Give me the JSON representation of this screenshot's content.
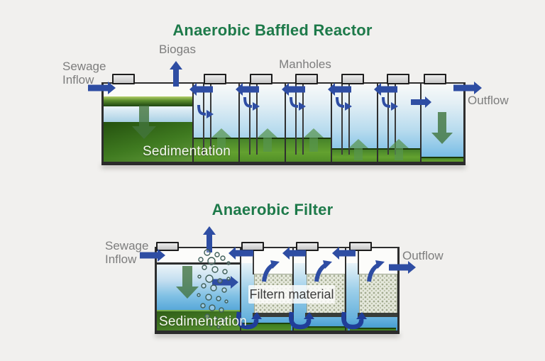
{
  "colors": {
    "background": "#f1f0ee",
    "title_green": "#1e7a4a",
    "label_gray": "#7d7d7d",
    "arrow_blue": "#2e4da3",
    "arrow_navy": "#203e99",
    "sludge_green": "#4f8d26",
    "water_blue": "#68b4e1",
    "manhole_fill": "#d6d6d6"
  },
  "abr": {
    "title": "Anaerobic Baffled Reactor",
    "labels": {
      "inflow_line1": "Sewage",
      "inflow_line2": "Inflow",
      "biogas": "Biogas",
      "manholes": "Manholes",
      "outflow": "Outflow",
      "sedimentation": "Sedimentation"
    },
    "manhole_count": 7,
    "chamber_count": 7
  },
  "af": {
    "title": "Anaerobic Filter",
    "labels": {
      "inflow_line1": "Sewage",
      "inflow_line2": "Inflow",
      "outflow": "Outflow",
      "filter_material": "Filtern material",
      "sedimentation": "Sedimentation"
    },
    "manhole_count": 4,
    "filter_chamber_count": 3,
    "bubbles": [
      [
        292,
        356,
        4
      ],
      [
        306,
        359,
        3
      ],
      [
        283,
        366,
        3
      ],
      [
        298,
        368,
        5
      ],
      [
        314,
        364,
        3
      ],
      [
        322,
        371,
        2
      ],
      [
        288,
        377,
        3
      ],
      [
        303,
        380,
        4
      ],
      [
        317,
        383,
        3
      ],
      [
        281,
        390,
        2
      ],
      [
        295,
        393,
        5
      ],
      [
        310,
        396,
        3
      ],
      [
        322,
        393,
        2
      ],
      [
        287,
        403,
        3
      ],
      [
        301,
        406,
        4
      ],
      [
        316,
        409,
        3
      ],
      [
        280,
        416,
        2
      ],
      [
        294,
        419,
        4
      ],
      [
        308,
        421,
        3
      ],
      [
        319,
        425,
        2
      ],
      [
        286,
        431,
        3
      ],
      [
        299,
        434,
        4
      ],
      [
        312,
        437,
        3
      ],
      [
        292,
        446,
        3
      ],
      [
        304,
        449,
        2
      ],
      [
        315,
        452,
        3
      ],
      [
        297,
        458,
        2
      ],
      [
        308,
        461,
        2
      ]
    ]
  }
}
